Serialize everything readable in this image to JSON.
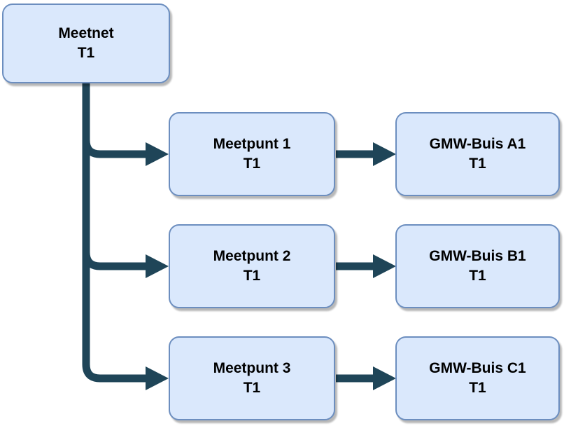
{
  "diagram": {
    "root": {
      "title": "Meetnet",
      "subtitle": "T1"
    },
    "rows": [
      {
        "mid": {
          "title": "Meetpunt 1",
          "subtitle": "T1"
        },
        "end": {
          "title": "GMW-Buis A1",
          "subtitle": "T1"
        }
      },
      {
        "mid": {
          "title": "Meetpunt 2",
          "subtitle": "T1"
        },
        "end": {
          "title": "GMW-Buis B1",
          "subtitle": "T1"
        }
      },
      {
        "mid": {
          "title": "Meetpunt 3",
          "subtitle": "T1"
        },
        "end": {
          "title": "GMW-Buis C1",
          "subtitle": "T1"
        }
      }
    ],
    "colors": {
      "node_fill": "#DAE8FC",
      "node_border": "#6C8EBF",
      "connector": "#1F4558",
      "text": "#000000",
      "background": "#FFFFFF"
    }
  }
}
